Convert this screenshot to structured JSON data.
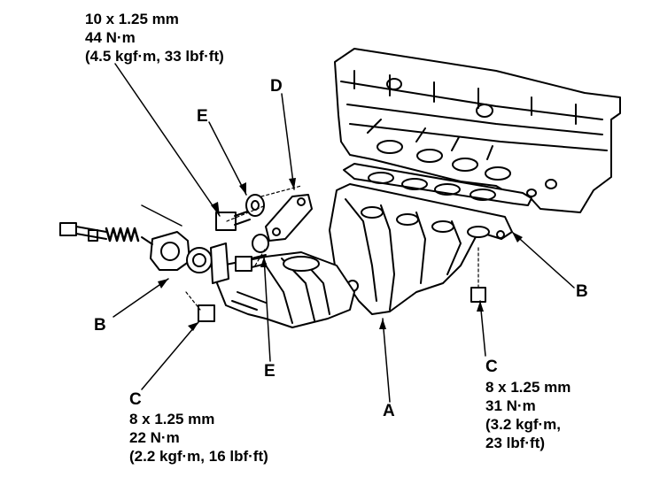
{
  "callouts": {
    "top_bolt": {
      "size": "10 x 1.25 mm",
      "torque_nm": "44 N·m",
      "torque_alt": "(4.5 kgf·m, 33 lbf·ft)"
    },
    "c_left": {
      "letter": "C",
      "size": "8 x 1.25 mm",
      "torque_nm": "22 N·m",
      "torque_alt": "(2.2 kgf·m, 16 lbf·ft)"
    },
    "c_right": {
      "letter": "C",
      "size": "8 x 1.25 mm",
      "torque_nm": "31 N·m",
      "torque_alt_1": "(3.2 kgf·m,",
      "torque_alt_2": "23 lbf·ft)"
    },
    "letters": {
      "a": "A",
      "b_left": "B",
      "b_right": "B",
      "d": "D",
      "e_top": "E",
      "e_bottom": "E"
    }
  }
}
